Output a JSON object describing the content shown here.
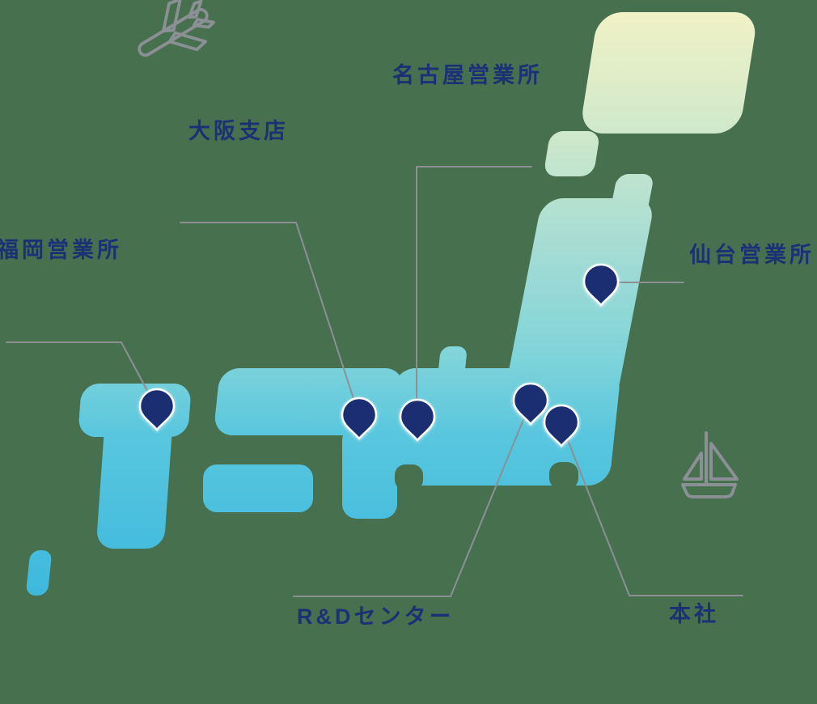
{
  "colors": {
    "background": "#47704f",
    "label_text": "#1c3175",
    "pin_fill": "#1b2e71",
    "pin_stroke": "#ffffff",
    "leader_line": "#8b9094",
    "icon_outline": "#8a9094",
    "icon_sail_fill": "#bfeef0",
    "map_gradient_top": "#f4f2c4",
    "map_gradient_upper": "#d0e9cb",
    "map_gradient_middle": "#a5dcd4",
    "map_gradient_lower": "#68cddc",
    "map_gradient_bottom": "#3eb9dd"
  },
  "locations": [
    {
      "id": "fukuoka",
      "label": "福岡営業所"
    },
    {
      "id": "osaka",
      "label": "大阪支店"
    },
    {
      "id": "nagoya",
      "label": "名古屋営業所"
    },
    {
      "id": "rd-center",
      "label": "R&Dセンター"
    },
    {
      "id": "honsha",
      "label": "本社"
    },
    {
      "id": "sendai",
      "label": "仙台営業所"
    }
  ],
  "icons": {
    "airplane": "airplane-icon",
    "sailboat": "sailboat-icon"
  }
}
